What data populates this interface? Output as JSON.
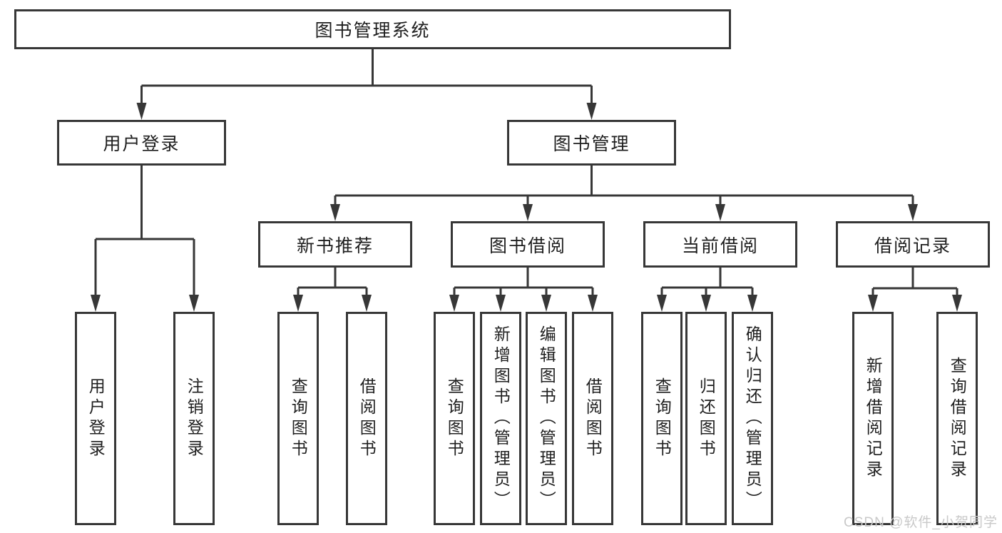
{
  "tree": {
    "label": "图书管理系统",
    "children": [
      {
        "label": "用户登录",
        "children": [
          {
            "label": "用户登录"
          },
          {
            "label": "注销登录"
          }
        ]
      },
      {
        "label": "图书管理",
        "children": [
          {
            "label": "新书推荐",
            "children": [
              {
                "label": "查询图书"
              },
              {
                "label": "借阅图书"
              }
            ]
          },
          {
            "label": "图书借阅",
            "children": [
              {
                "label": "查询图书"
              },
              {
                "label": "新增图书（管理员）"
              },
              {
                "label": "编辑图书（管理员）"
              },
              {
                "label": "借阅图书"
              }
            ]
          },
          {
            "label": "当前借阅",
            "children": [
              {
                "label": "查询图书"
              },
              {
                "label": "归还图书"
              },
              {
                "label": "确认归还（管理员）"
              }
            ]
          },
          {
            "label": "借阅记录",
            "children": [
              {
                "label": "新增借阅记录"
              },
              {
                "label": "查询借阅记录"
              }
            ]
          }
        ]
      }
    ]
  },
  "watermark": {
    "text": "CSDN @软件_小贺同学"
  },
  "colors": {
    "line": "#373737",
    "text": "#1f1f1f",
    "background": "#ffffff",
    "watermark": "#c9c9c9"
  }
}
